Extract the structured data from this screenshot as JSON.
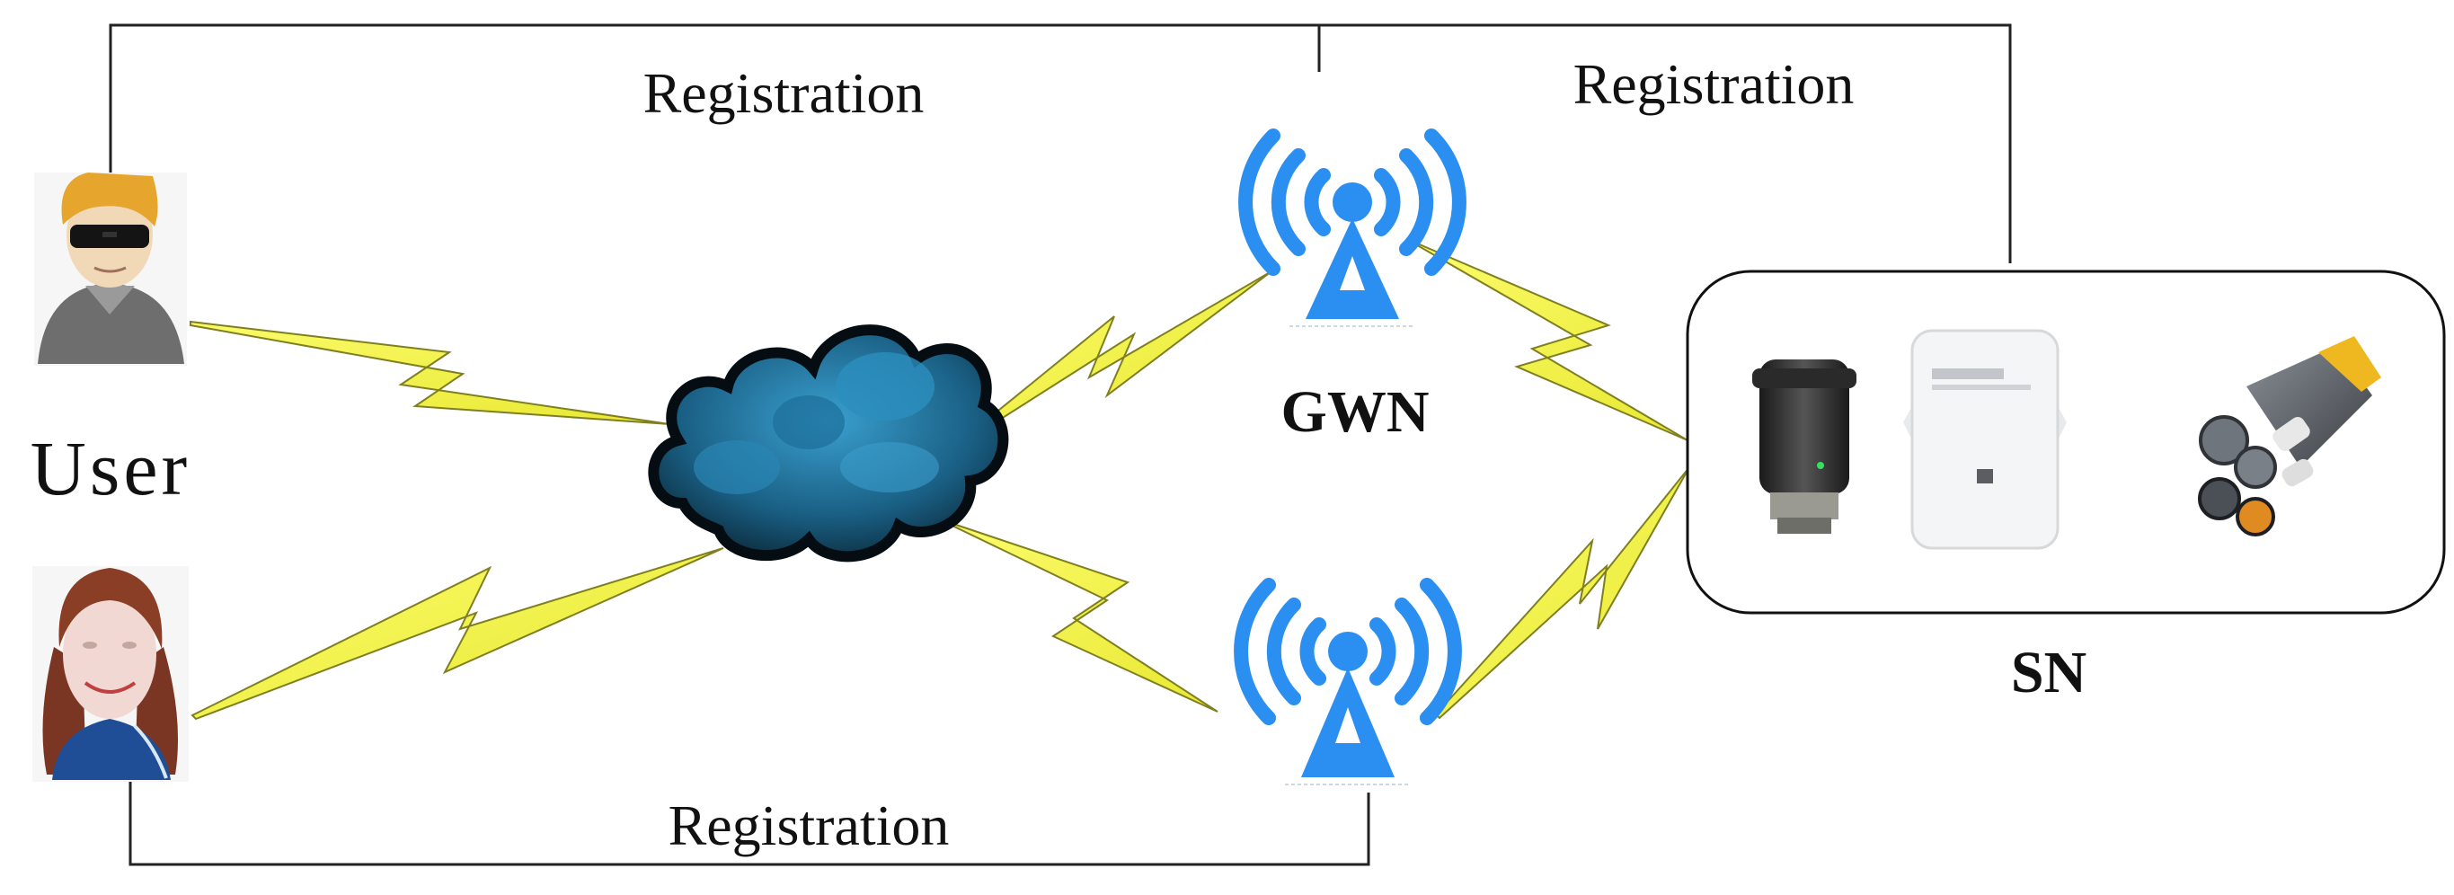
{
  "labels": {
    "registration_top_left": "Registration",
    "registration_top_right": "Registration",
    "registration_bottom": "Registration",
    "user": "User",
    "gwn": "GWN",
    "sn": "SN"
  },
  "colors": {
    "line": "#222222",
    "bolt_fill": "#f5f53a",
    "bolt_edge": "#8a8a2a",
    "tower_blue": "#2a8ff0",
    "cloud_dark": "#0e2a3a",
    "cloud_mid": "#1e6b8e",
    "cloud_light": "#4aa8cc"
  },
  "icons": [
    "user-male-icon",
    "user-female-icon",
    "cloud-icon",
    "tower-icon",
    "sensor-device-icon"
  ]
}
